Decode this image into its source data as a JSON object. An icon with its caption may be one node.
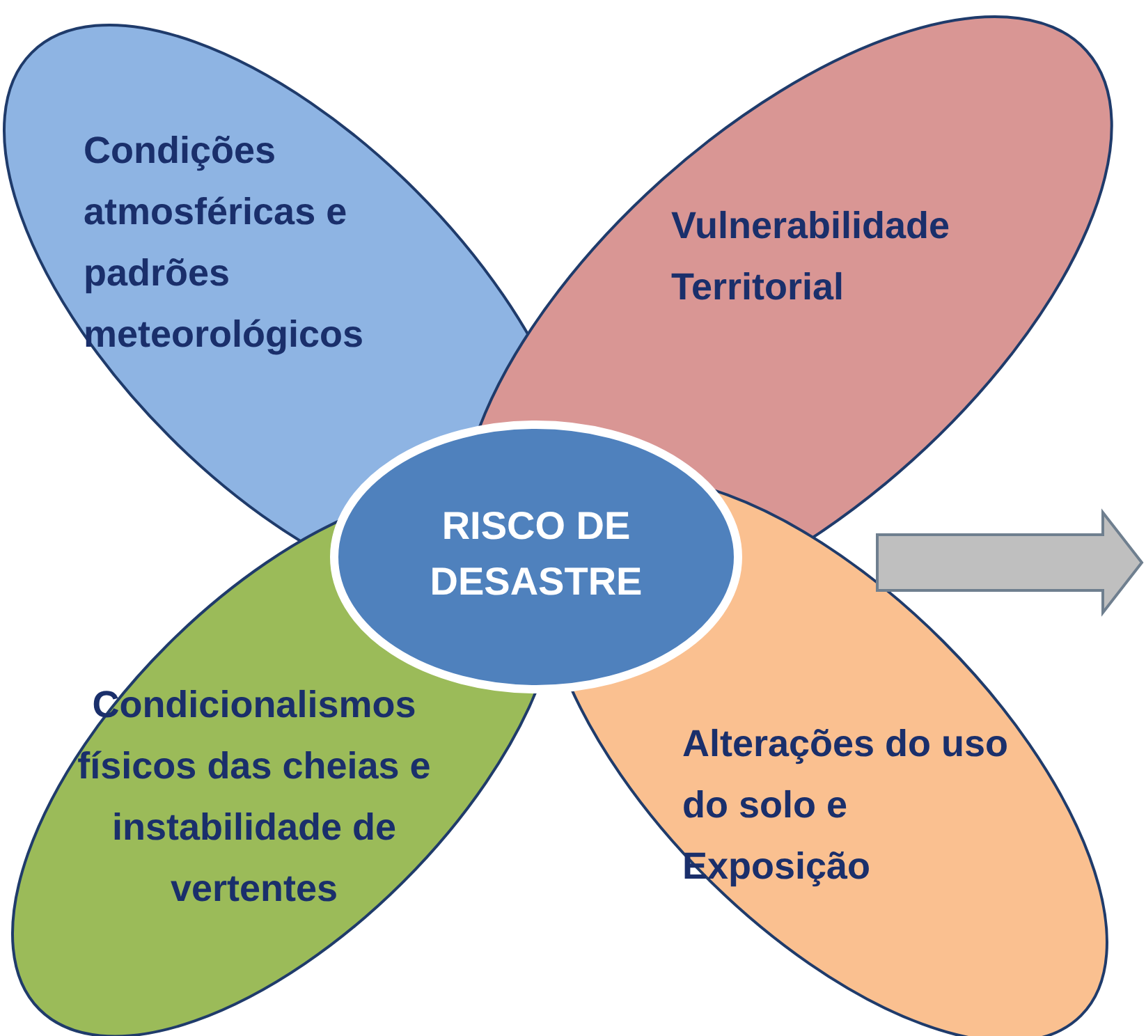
{
  "diagram": {
    "nodes": [
      {
        "text": [
          "Condições atmosféricas e padrões meteorológicos"
        ]
      },
      {
        "text": [
          "Vulnerabilidade Territorial"
        ]
      },
      {
        "text": [
          "RISCO DE DESASTRE"
        ]
      },
      {
        "text": [
          "Condicionalismos físicos das cheias e instabilidade de vertentes"
        ]
      },
      {
        "text": [
          "Alterações do uso do solo e Exposição"
        ]
      }
    ]
  }
}
